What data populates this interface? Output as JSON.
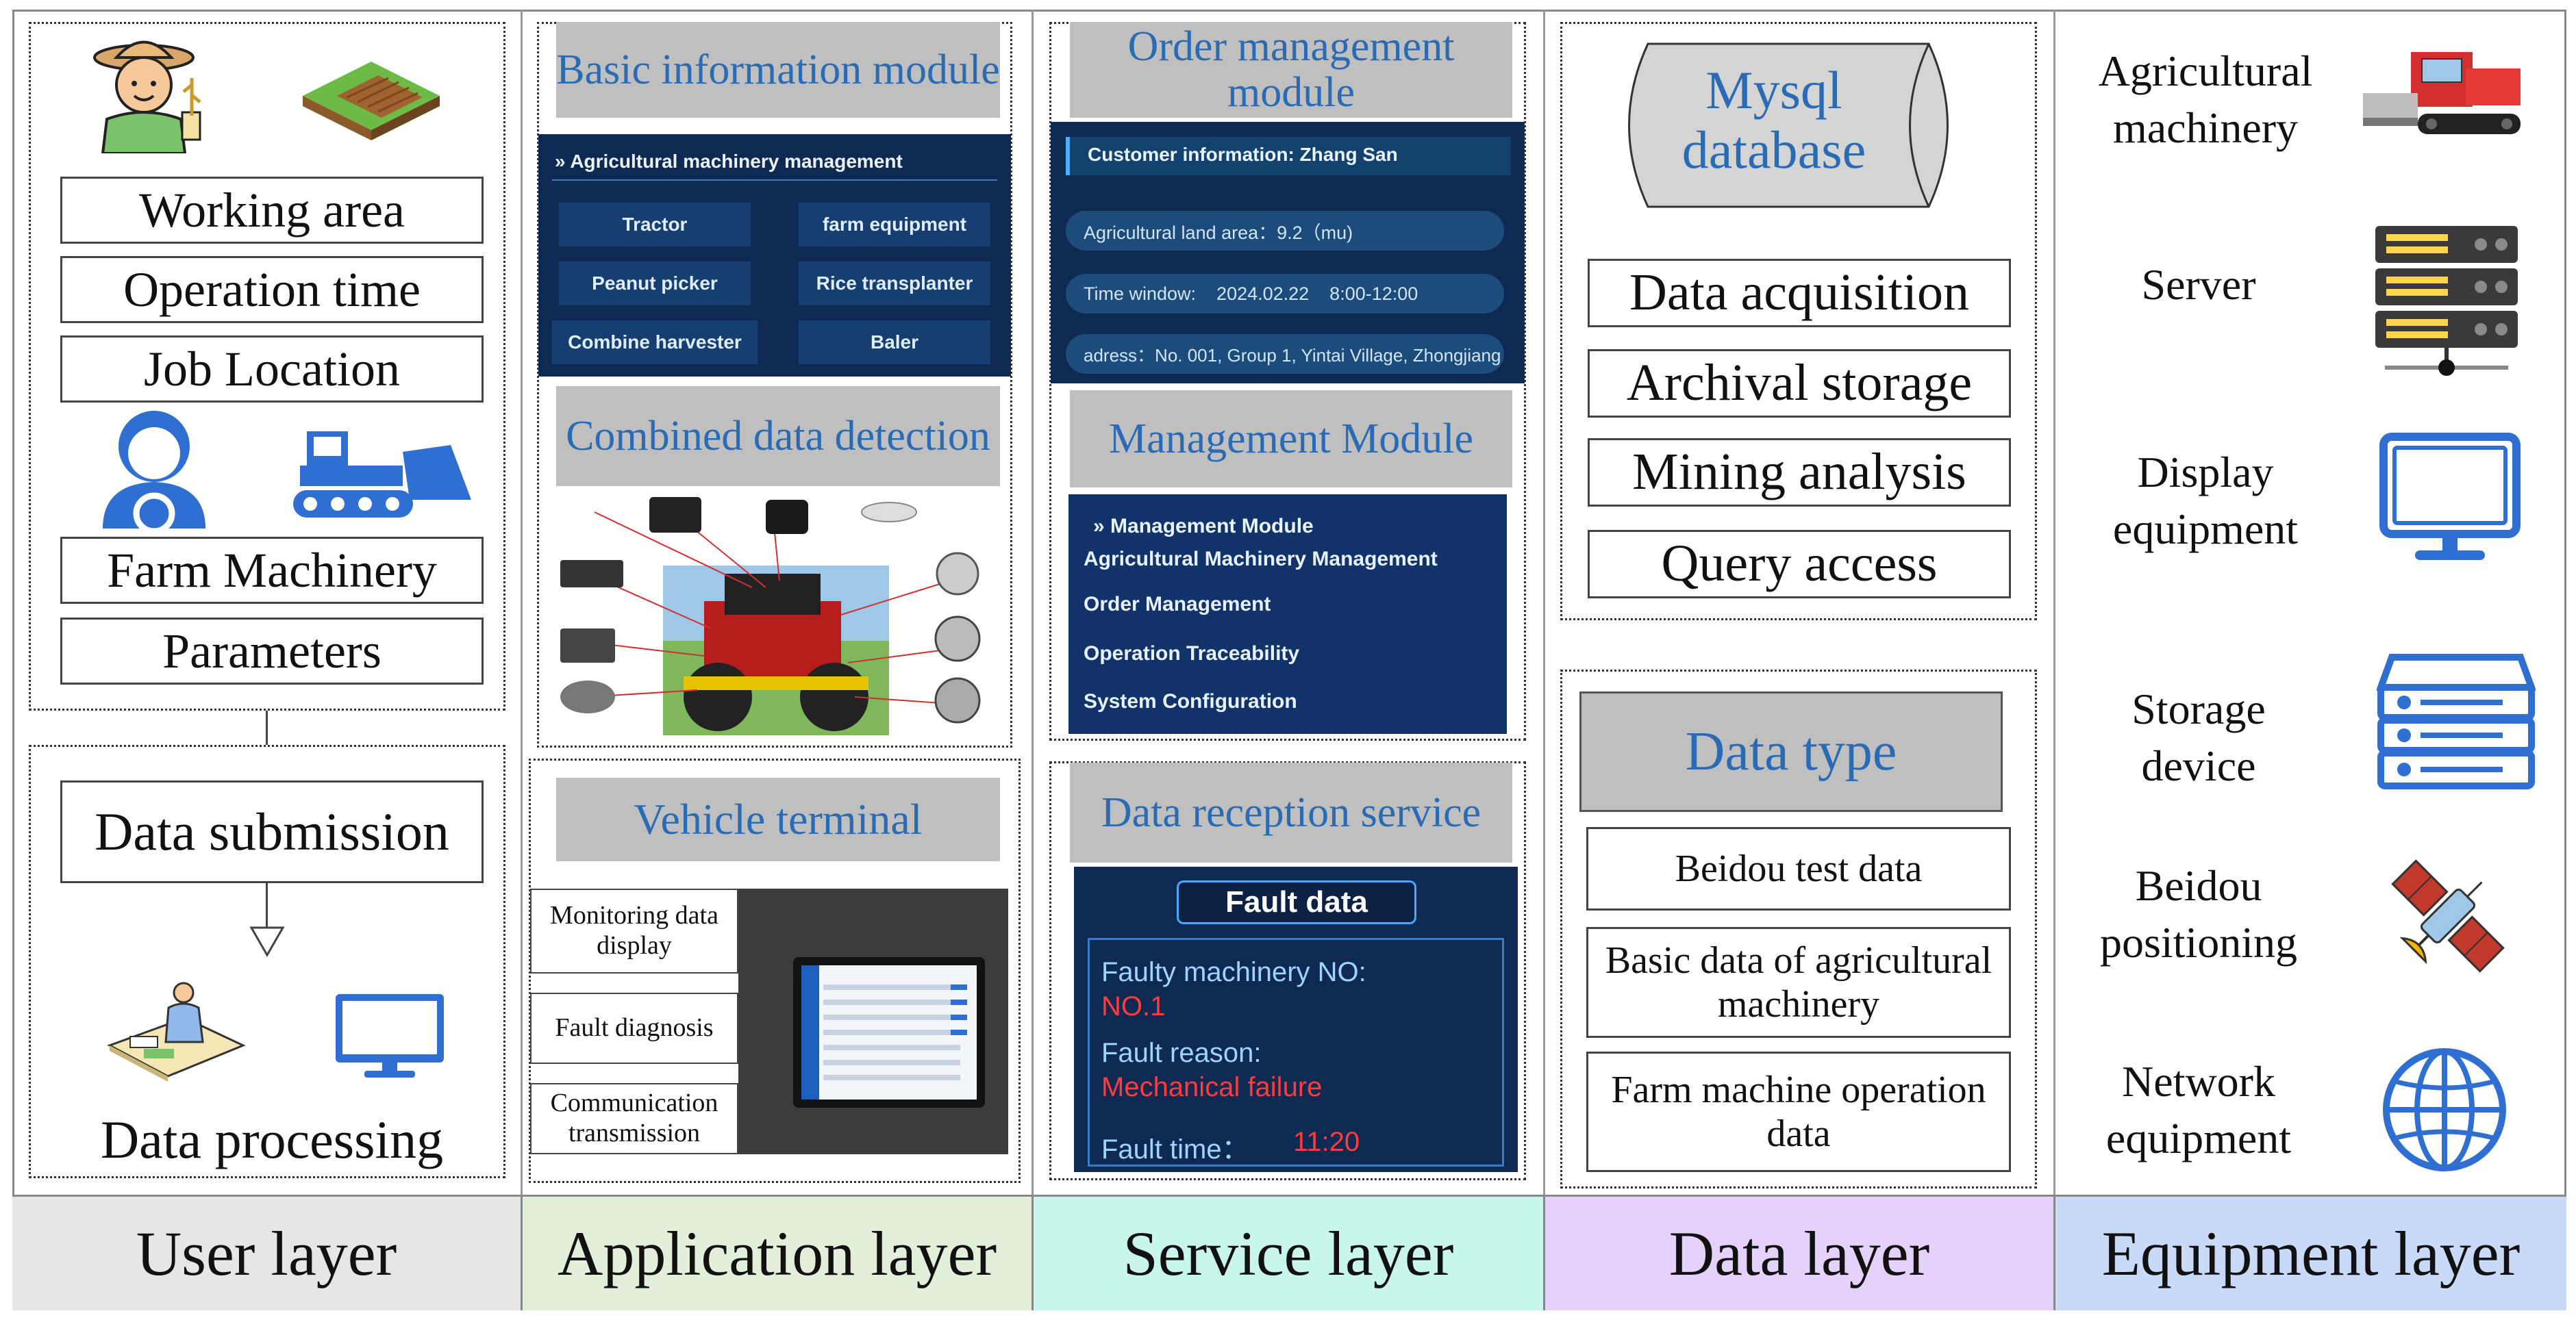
{
  "layers": {
    "user": "User layer",
    "application": "Application layer",
    "service": "Service layer",
    "data": "Data layer",
    "equipment": "Equipment layer"
  },
  "user_layer": {
    "items": [
      "Working area",
      "Operation time",
      "Job Location",
      "Farm Machinery",
      "Parameters"
    ],
    "submission": "Data submission",
    "processing": "Data processing"
  },
  "application_layer": {
    "basic_module": "Basic information module",
    "panel_header": "Agricultural machinery management",
    "machinery": [
      "Tractor",
      "farm equipment",
      "Peanut picker",
      "Rice transplanter",
      "Combine harvester",
      "Baler"
    ],
    "combined": "Combined data detection",
    "vehicle_terminal": "Vehicle terminal",
    "terminal_functions": [
      "Monitoring data display",
      "Fault diagnosis",
      "Communication transmission"
    ]
  },
  "service_layer": {
    "order_module": "Order management module",
    "order_panel": {
      "customer": "Customer information: Zhang San",
      "land_area": "Agricultural land area：9.2（mu)",
      "time_window": "Time window:    2024.02.22    8:00-12:00",
      "address": "adress：No. 001, Group 1, Yintai Village, Zhongjiang"
    },
    "management_module": "Management Module",
    "management_panel": {
      "header": "Management Module",
      "items": [
        "Agricultural Machinery Management",
        "Order Management",
        "Operation Traceability",
        "System Configuration"
      ]
    },
    "reception": "Data reception service",
    "fault_panel": {
      "title": "Fault data",
      "no_label": "Faulty machinery NO:",
      "no_value": "NO.1",
      "reason_label": "Fault reason:",
      "reason_value": "Mechanical failure",
      "time_label": "Fault time：",
      "time_value": "11:20"
    }
  },
  "data_layer": {
    "database": "Mysql database",
    "functions": [
      "Data acquisition",
      "Archival storage",
      "Mining analysis",
      "Query access"
    ],
    "data_type": "Data type",
    "types": [
      "Beidou test data",
      "Basic data of agricultural machinery",
      "Farm machine operation data"
    ]
  },
  "equipment_layer": {
    "items": [
      {
        "label": "Agricultural machinery",
        "icon": "harvester-icon"
      },
      {
        "label": "Server",
        "icon": "server-icon"
      },
      {
        "label": "Display equipment",
        "icon": "monitor-icon"
      },
      {
        "label": "Storage device",
        "icon": "storage-icon"
      },
      {
        "label": "Beidou positioning",
        "icon": "satellite-icon"
      },
      {
        "label": "Network equipment",
        "icon": "globe-icon"
      }
    ]
  },
  "colors": {
    "accent_blue": "#2a6bb5",
    "user_bg": "#e6e6e6",
    "app_bg": "#e2efda",
    "service_bg": "#c8f5ec",
    "data_bg": "#e4d2fb",
    "equipment_bg": "#c9daf8",
    "panel_bg": "#0f2a52",
    "fault_red": "#ff3b3b"
  }
}
